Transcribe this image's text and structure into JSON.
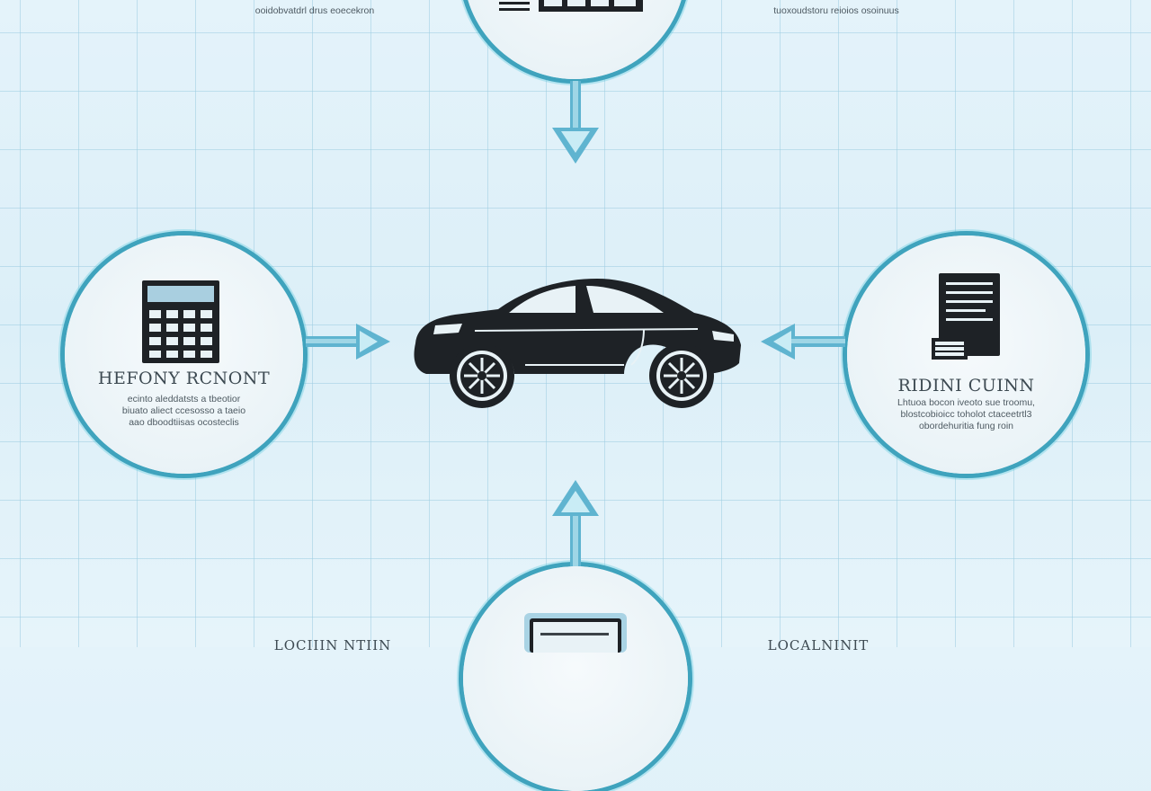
{
  "nodes": {
    "left": {
      "title": "HEFONY RCNONT",
      "desc": [
        "ecinto aleddatsts a tbeotior",
        "biuato aliect ccesosso a taeio",
        "aao dboodtiisas ocosteclis"
      ],
      "icon": "calculator-icon"
    },
    "right": {
      "title": "RIDINI CUINN",
      "desc": [
        "Lhtuoa bocon iveoto sue troomu,",
        "blostcobioicc toholot ctaceetrtl3",
        "obordehuritia fung roin"
      ],
      "icon": "document-icon"
    },
    "top": {
      "icon": "spreadsheet-icon"
    },
    "bottom": {
      "icon": "tablet-icon"
    }
  },
  "captions": {
    "top_left": "ooidobvatdrl drus eoecekron",
    "top_right": "tuoxoudstoru reioios osoinuus",
    "bottom_left": "LOCIIIN NTIIN",
    "bottom_right": "LOCALNINIT"
  },
  "center": {
    "icon": "car-icon"
  },
  "colors": {
    "accent": "#3fa3bd",
    "arrow": "#5fb4d0",
    "icon_dark": "#1e2226",
    "background": "#e4f3fa"
  }
}
